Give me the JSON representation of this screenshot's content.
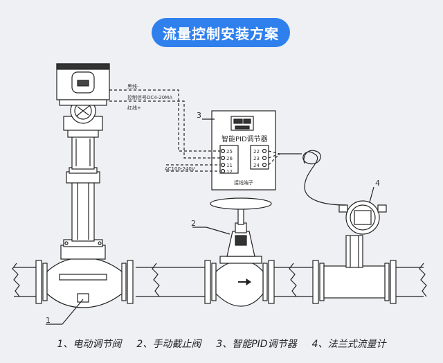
{
  "title": "流量控制安装方案",
  "wires": {
    "black": "黑线-",
    "signal": "控制信号DC4-20MA",
    "red": "红线+"
  },
  "controller": {
    "number": "3",
    "name": "智能PID调节器",
    "terminals_left": [
      "25",
      "26",
      "11",
      "12"
    ],
    "terminals_right": [
      "22",
      "23",
      "24"
    ],
    "terminal_label": "接线端子",
    "power": "AC100-240V"
  },
  "callouts": {
    "n1": "1",
    "n2": "2",
    "n4": "4"
  },
  "legend": [
    "1、电动调节阀",
    "2、手动截止阀",
    "3、智能PID调节器",
    "4、法兰式流量计"
  ],
  "colors": {
    "title_bg": "#2f80ed",
    "line": "#222222",
    "background": "#eef0f4"
  }
}
